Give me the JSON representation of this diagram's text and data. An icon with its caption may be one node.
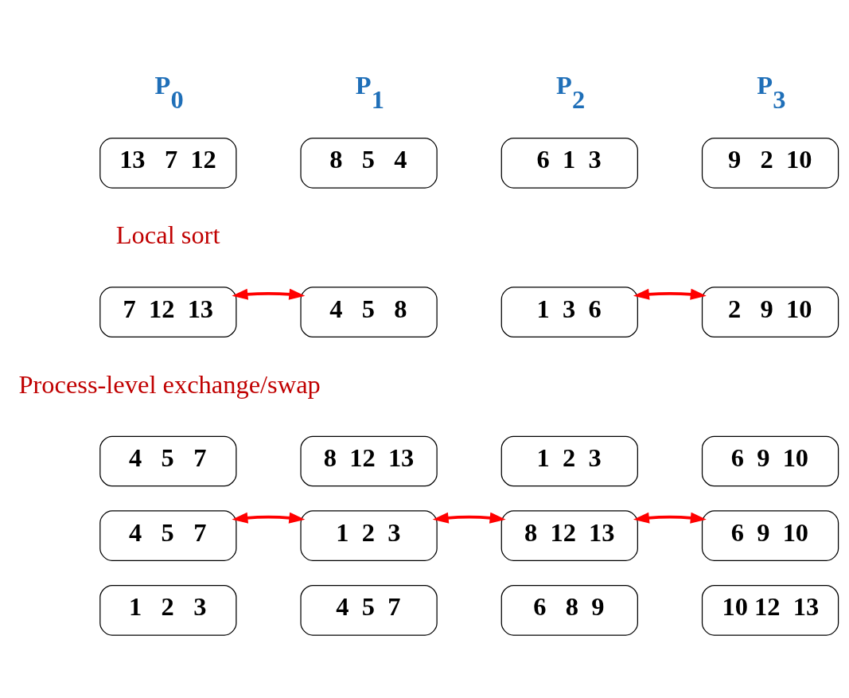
{
  "diagram": {
    "nodes": [
      {
        "text": [
          "13   7  12"
        ]
      },
      {
        "text": [
          "8   5   4"
        ]
      },
      {
        "text": [
          "6  1  3"
        ]
      },
      {
        "text": [
          "9   2  10"
        ]
      },
      {
        "text": [
          "7  12  13"
        ]
      },
      {
        "text": [
          "4   5   8"
        ]
      },
      {
        "text": [
          "1  3  6"
        ]
      },
      {
        "text": [
          "2   9  10"
        ]
      },
      {
        "text": [
          "4   5   7"
        ]
      },
      {
        "text": [
          "8  12  13"
        ]
      },
      {
        "text": [
          "1  2  3"
        ]
      },
      {
        "text": [
          "6  9  10"
        ]
      },
      {
        "text": [
          "4   5   7"
        ]
      },
      {
        "text": [
          "1  2  3"
        ]
      },
      {
        "text": [
          "8  12  13"
        ]
      },
      {
        "text": [
          "6  9  10"
        ]
      },
      {
        "text": [
          "1   2   3"
        ]
      },
      {
        "text": [
          "4  5  7"
        ]
      },
      {
        "text": [
          "6   8  9"
        ]
      },
      {
        "text": [
          "10 12  13"
        ]
      }
    ],
    "edges": [
      {
        "from": 4,
        "to": 5,
        "arrow": "both",
        "color": "#ff0000"
      },
      {
        "from": 6,
        "to": 7,
        "arrow": "both",
        "color": "#ff0000"
      },
      {
        "from": 13,
        "to": 14,
        "arrow": "both",
        "color": "#ff0000"
      },
      {
        "from": 12,
        "to": 13,
        "arrow": "both",
        "color": "#ff0000"
      },
      {
        "from": 14,
        "to": 15,
        "arrow": "both",
        "color": "#ff0000"
      }
    ],
    "labels": [
      "P$_{0}$",
      "P$_{1}$",
      "P$_{2}$",
      "P$_{3}$",
      "Local sort",
      "Process-level exchange/swap"
    ]
  }
}
